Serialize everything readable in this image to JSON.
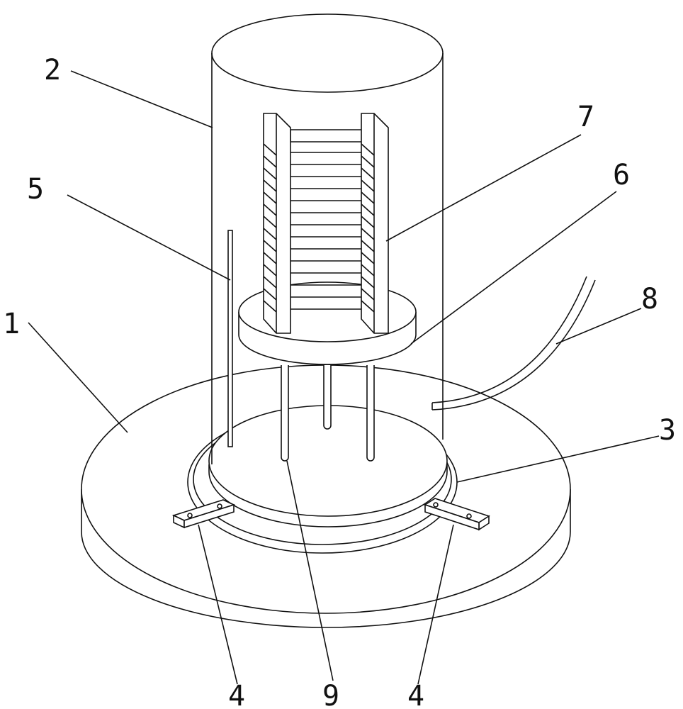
{
  "figure": {
    "labels": [
      "1",
      "2",
      "3",
      "4",
      "4",
      "5",
      "6",
      "7",
      "8",
      "9"
    ],
    "parts": {
      "base_disk": "1",
      "cylinder_cover": "2",
      "ring_groove": "3",
      "bracket_left": "4",
      "bracket_right": "4",
      "rod": "5",
      "platform": "6",
      "rack": "7",
      "pipe": "8",
      "support_rods": "9"
    }
  }
}
